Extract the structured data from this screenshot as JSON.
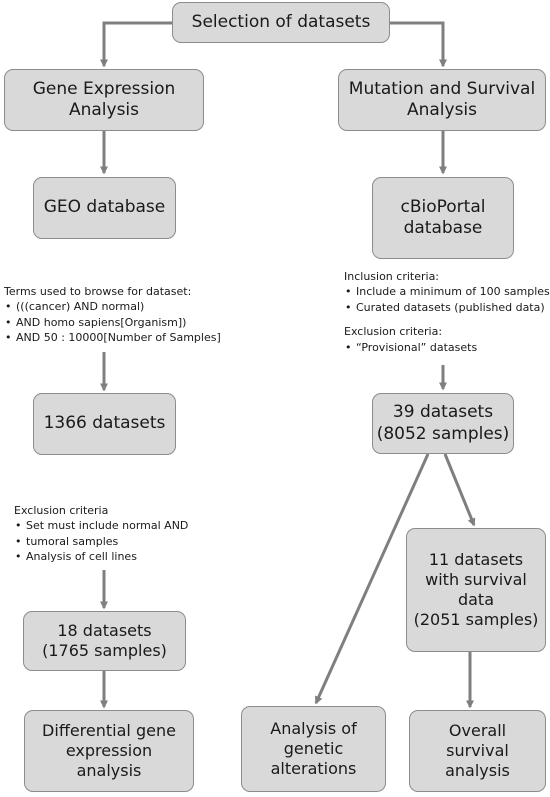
{
  "boxes": {
    "selection": [
      "Selection of datasets"
    ],
    "gene_expression": [
      "Gene Expression",
      "Analysis"
    ],
    "mutation_survival": [
      "Mutation and Survival",
      "Analysis"
    ],
    "geo": [
      "GEO database"
    ],
    "cbioportal": [
      "cBioPortal",
      "database"
    ],
    "datasets_1366": [
      "1366 datasets"
    ],
    "datasets_39": [
      "39 datasets",
      "(8052 samples)"
    ],
    "datasets_18": [
      "18 datasets",
      "(1765 samples)"
    ],
    "datasets_11": [
      "11 datasets",
      "with survival",
      "data",
      "(2051 samples)"
    ],
    "differential": [
      "Differential gene",
      "expression",
      "analysis"
    ],
    "genetic_alterations": [
      "Analysis of",
      "genetic",
      "alterations"
    ],
    "overall_survival": [
      "Overall",
      "survival",
      "analysis"
    ]
  },
  "notes": {
    "geo_terms": {
      "title": "Terms used to browse for dataset:",
      "items": [
        "(((cancer) AND normal)",
        "AND homo sapiens[Organism])",
        "AND 50 : 10000[Number of Samples]"
      ]
    },
    "inclusion": {
      "title": "Inclusion criteria:",
      "items": [
        "Include a minimum of 100 samples",
        "Curated datasets (published data)"
      ]
    },
    "exclusion_cbio": {
      "title": "Exclusion criteria:",
      "items": [
        "“Provisional” datasets"
      ]
    },
    "exclusion_geo": {
      "title": "Exclusion criteria",
      "items": [
        "Set must include normal AND",
        "tumoral samples",
        "Analysis of cell lines"
      ]
    }
  },
  "colors": {
    "box_fill": "#d9d9d9",
    "box_border": "#8c8c8c",
    "arrow": "#7f7f7f"
  }
}
